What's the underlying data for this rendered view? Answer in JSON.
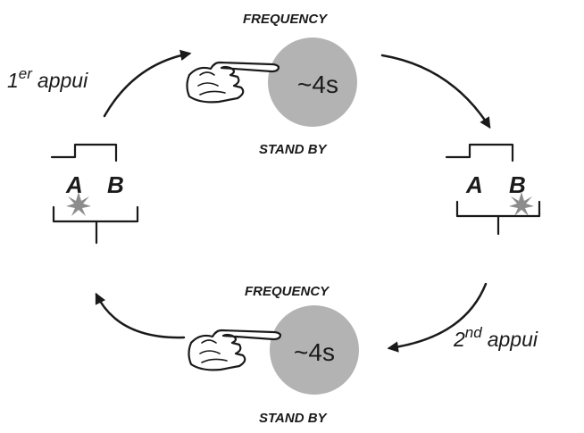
{
  "steps": [
    {
      "top_label": "FREQUENCY",
      "duration": "~4s",
      "bottom_label": "STAND BY"
    },
    {
      "top_label": "FREQUENCY",
      "duration": "~4s",
      "bottom_label": "STAND BY"
    }
  ],
  "presses": {
    "first": {
      "base": "1",
      "sup": "er",
      "word": "appui"
    },
    "second": {
      "base": "2",
      "sup": "nd",
      "word": "appui"
    }
  },
  "switches": [
    {
      "a": "A",
      "b": "B",
      "active": "A"
    },
    {
      "a": "A",
      "b": "B",
      "active": "B"
    }
  ],
  "colors": {
    "circle": "#b3b3b3",
    "ink": "#1a1a1a",
    "spark": "#8c8c8c"
  }
}
